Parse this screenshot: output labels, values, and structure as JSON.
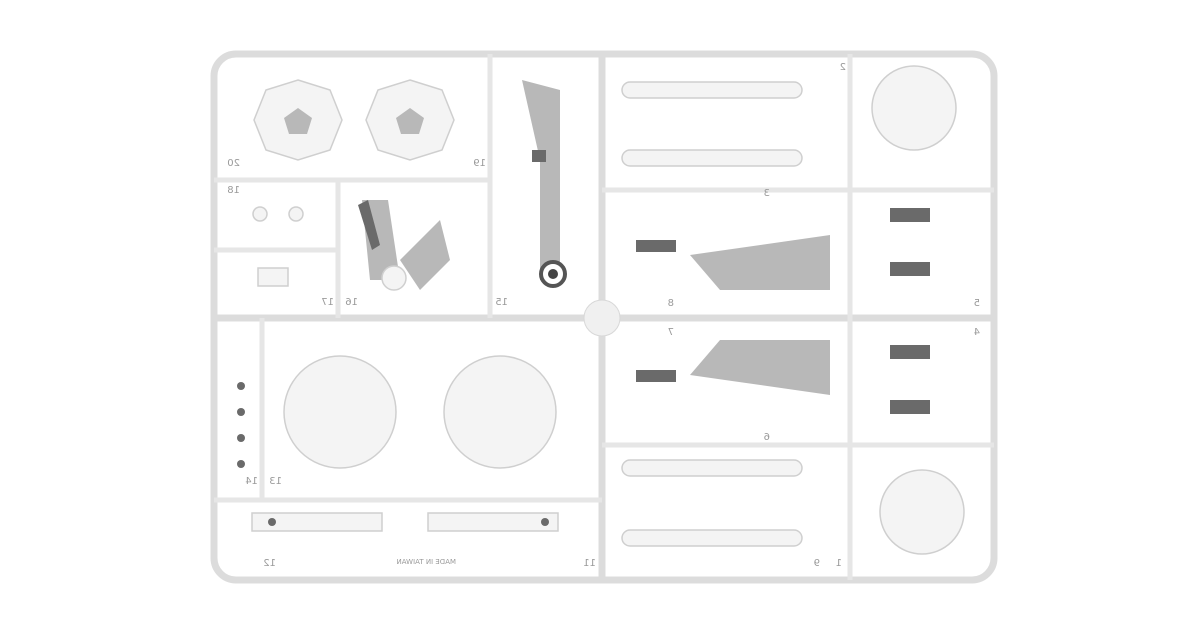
{
  "sprue": {
    "part_numbers": [
      "1",
      "2",
      "3",
      "4",
      "5",
      "6",
      "7",
      "8",
      "9",
      "11",
      "12",
      "13",
      "14",
      "15",
      "16",
      "17",
      "18",
      "19",
      "20"
    ],
    "imprint": "MADE IN TAIWAN"
  },
  "colors": {
    "plastic": "#f4f4f4",
    "edge": "#d0d0d0",
    "shadow": "#6a6a6a"
  }
}
